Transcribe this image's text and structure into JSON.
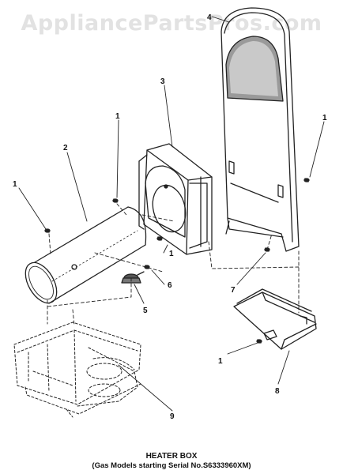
{
  "watermark": "AppliancePartsPros.com",
  "callouts": {
    "c1a": "1",
    "c1b": "1",
    "c1c": "1",
    "c1d": "1",
    "c1e": "1",
    "c2": "2",
    "c3": "3",
    "c4": "4",
    "c5": "5",
    "c6": "6",
    "c7": "7",
    "c8": "8",
    "c9": "9"
  },
  "title": {
    "main": "HEATER BOX",
    "sub": "(Gas Models starting Serial No.S6333960XM)"
  }
}
